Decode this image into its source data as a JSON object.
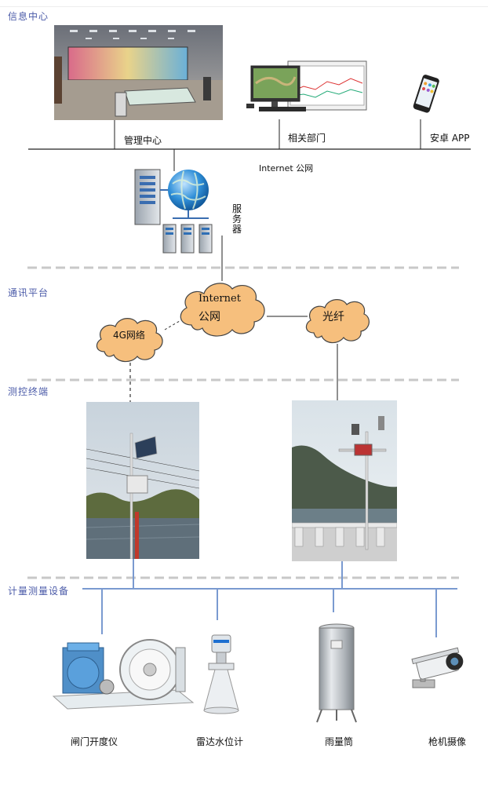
{
  "sections": {
    "info_center": "信息中心",
    "comm_platform": "通讯平台",
    "monitor_terminal": "测控终端",
    "metering_devices": "计量测量设备"
  },
  "info_center": {
    "management_center": "管理中心",
    "related_departments": "相关部门",
    "android_app": "安卓 APP",
    "internet_public": "Internet 公网",
    "server_label": "服务器"
  },
  "network": {
    "cloud_internet_line1": "Internet",
    "cloud_internet_line2": "公网",
    "cloud_4g": "4G网络",
    "cloud_fiber": "光纤"
  },
  "devices": {
    "gate_meter": "闸门开度仪",
    "radar_level": "雷达水位计",
    "rain_gauge": "雨量筒",
    "bullet_camera": "枪机摄像"
  },
  "colors": {
    "section_title": "#4a5aa8",
    "cloud_fill": "#f6bf7d",
    "separator": "#c8c8c8",
    "bus_line": "#7a9ad0"
  }
}
